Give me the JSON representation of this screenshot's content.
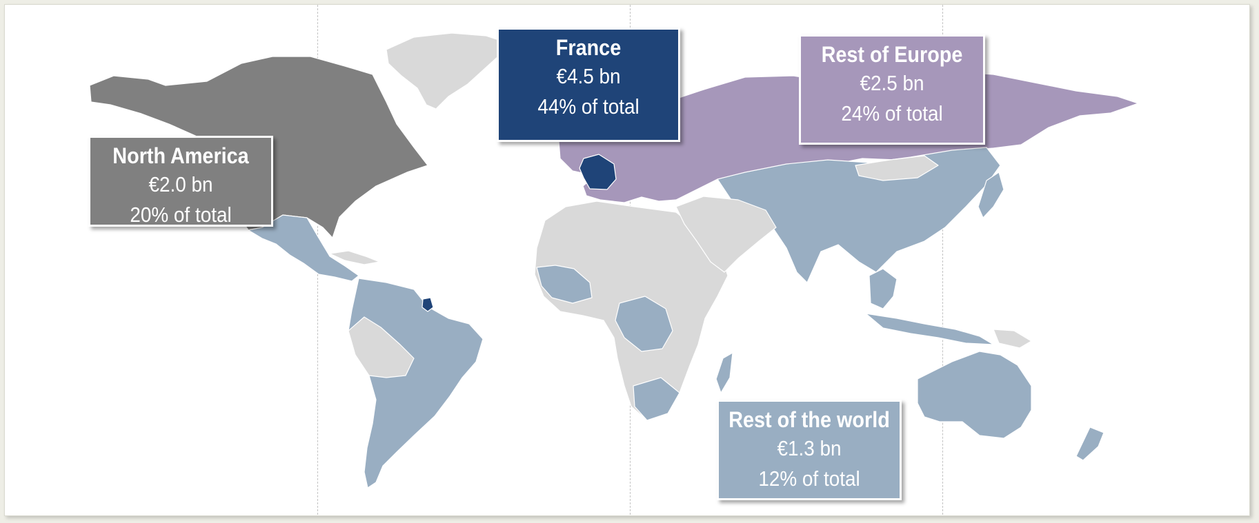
{
  "regions": {
    "france": {
      "name": "France",
      "value": "€4.5 bn",
      "share": "44% of total",
      "color": "#1f4478"
    },
    "rest_of_europe": {
      "name": "Rest of Europe",
      "value": "€2.5 bn",
      "share": "24% of total",
      "color": "#a697ba"
    },
    "north_america": {
      "name": "North America",
      "value": "€2.0 bn",
      "share": "20% of total",
      "color": "#808080"
    },
    "rest_of_world": {
      "name": "Rest of the world",
      "value": "€1.3 bn",
      "share": "12% of total",
      "color": "#99aec2"
    }
  },
  "other_countries_color": "#d9d9d9"
}
